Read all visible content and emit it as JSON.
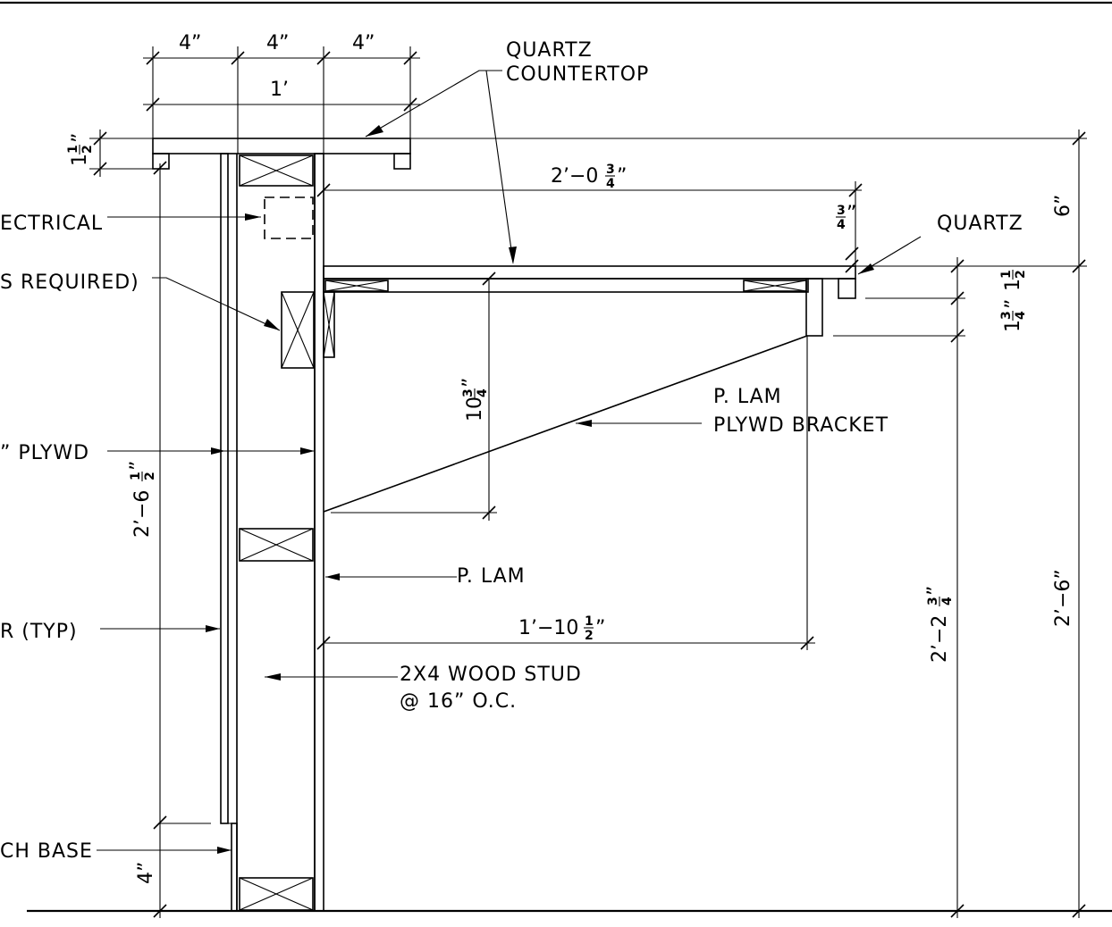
{
  "labels": {
    "quartz_countertop_line1": "QUARTZ",
    "quartz_countertop_line2": "COUNTERTOP",
    "quartz": "QUARTZ",
    "electrical": "ECTRICAL",
    "as_required": "S  REQUIRED)",
    "plywd": "”  PLYWD",
    "p_lam_bracket_line1": "P.  LAM",
    "p_lam_bracket_line2": "PLYWD  BRACKET",
    "p_lam": "P.  LAM",
    "typ": "R  (TYP)",
    "stud_line1": "2X4  WOOD  STUD",
    "stud_line2": "@  16”  O.C.",
    "base": "CH  BASE"
  },
  "dimensions": {
    "top_a": "4”",
    "top_b": "4”",
    "top_c": "4”",
    "top_total": "1’",
    "counter_thk_whole": "1",
    "counter_thk_frac_num": "1",
    "counter_thk_frac_den": "2",
    "counter_thk_unit": "”",
    "upper_width_main": "2’−0",
    "upper_width_frac_num": "3",
    "upper_width_frac_den": "4",
    "upper_width_unit": "”",
    "quartz_thk_num": "3",
    "quartz_thk_den": "4",
    "quartz_thk_unit": "”",
    "six_in": "6”",
    "right_a_whole": "1",
    "right_a_num": "3",
    "right_a_den": "4",
    "right_a_unit": "”",
    "right_b_whole": "1",
    "right_b_num": "1",
    "right_b_den": "2",
    "bracket_h_main": "10",
    "bracket_h_num": "3",
    "bracket_h_den": "4",
    "bracket_h_unit": "”",
    "panel_h_main": "2’−6",
    "panel_h_num": "1",
    "panel_h_den": "2",
    "panel_h_unit": "”",
    "ledge_main": "1’−10",
    "ledge_num": "1",
    "ledge_den": "2",
    "ledge_unit": "”",
    "counter_h_main": "2’−2",
    "counter_h_num": "3",
    "counter_h_den": "4",
    "counter_h_unit": "”",
    "overall_h": "2’−6”",
    "base_h": "4”"
  }
}
